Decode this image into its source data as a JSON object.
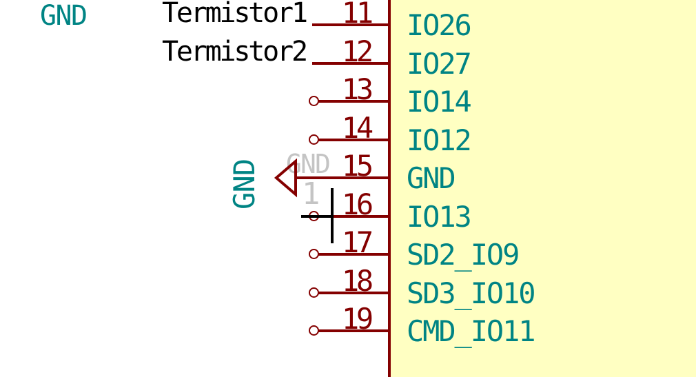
{
  "colors": {
    "background": "#FFFFFF",
    "component-fill": "#FFFFC2",
    "component-outline": "#840000",
    "pin-number": "#840000",
    "pin-name": "#008484",
    "net-label": "#008484",
    "label": "#000000",
    "hidden-text": "#C4C4C4",
    "wire": "#000000"
  },
  "net_labels": {
    "gnd_top": "GND",
    "termistor1": "Termistor1",
    "termistor2": "Termistor2",
    "gnd_vertical": "GND"
  },
  "power_symbol": {
    "value": "GND",
    "pin_number": "1"
  },
  "component": {
    "pins": [
      {
        "number": "11",
        "name": "IO26",
        "terminal": "wire"
      },
      {
        "number": "12",
        "name": "IO27",
        "terminal": "wire"
      },
      {
        "number": "13",
        "name": "IO14",
        "terminal": "open"
      },
      {
        "number": "14",
        "name": "IO12",
        "terminal": "open"
      },
      {
        "number": "15",
        "name": "GND",
        "terminal": "power"
      },
      {
        "number": "16",
        "name": "IO13",
        "terminal": "open"
      },
      {
        "number": "17",
        "name": "SD2_IO9",
        "terminal": "open"
      },
      {
        "number": "18",
        "name": "SD3_IO10",
        "terminal": "open"
      },
      {
        "number": "19",
        "name": "CMD_IO11",
        "terminal": "open"
      }
    ]
  }
}
